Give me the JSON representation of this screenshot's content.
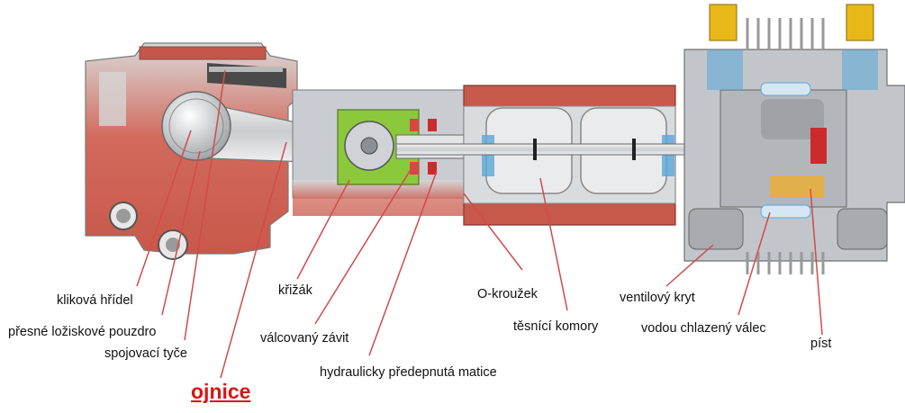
{
  "labels": {
    "crankshaft": "kliková hřídel",
    "bearing_shell": "přesné ložiskové pouzdro",
    "tie_rods": "spojovací tyče",
    "connecting_rod": "ojnice",
    "crosshead": "křižák",
    "rolled_thread": "válcovaný závit",
    "hydraulic_nut": "hydraulicky předepnutá matice",
    "o_ring": "O-kroužek",
    "packing_chambers": "těsnící komory",
    "valve_cover": "ventilový kryt",
    "water_cooled_cylinder": "vodou chlazený válec",
    "piston": "píst"
  },
  "colors": {
    "casing_red": "#c8584a",
    "casing_grey": "#b8bcc2",
    "steel": "#e6e8ea",
    "green": "#8cc83c",
    "leader_line": "#d24a4a",
    "highlight_text": "#d81515",
    "spring_yellow": "#e8b818",
    "cooling_blue": "#5aa8d8"
  }
}
